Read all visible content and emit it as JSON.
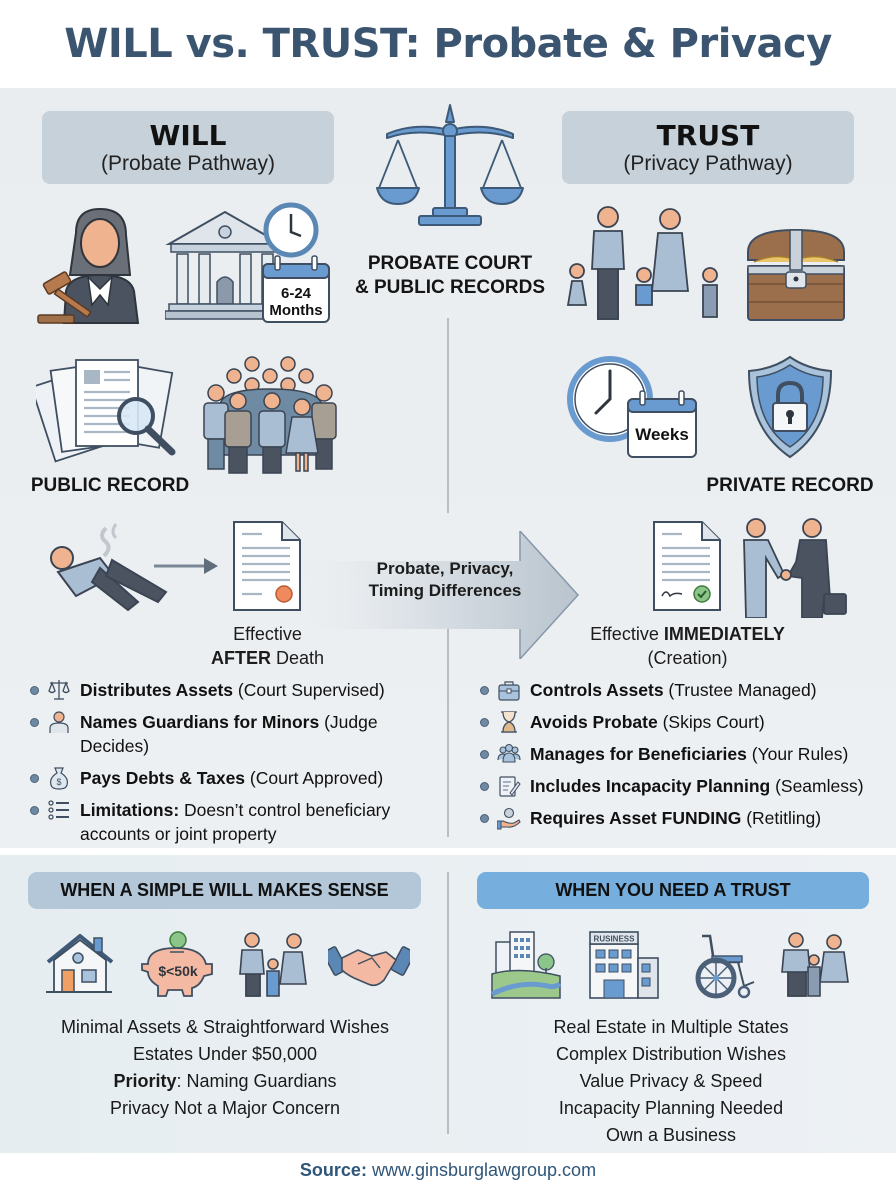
{
  "title": "WILL vs. TRUST: Probate & Privacy",
  "colors": {
    "title": "#3b5571",
    "panel_bg": "#eceff1",
    "header_box": "#c6d1da",
    "accent_blue": "#6fa8dc",
    "icon_blue": "#5b87b5",
    "skin": "#f0b38f",
    "source_text": "#2f5679"
  },
  "will": {
    "heading": "WILL",
    "subheading": "(Probate Pathway)",
    "timeline_badge_line1": "6-24",
    "timeline_badge_line2": "Months",
    "public_record_label": "PUBLIC RECORD",
    "effective_line1": "Effective",
    "effective_bold": "AFTER",
    "effective_rest": " Death",
    "bullets": [
      {
        "icon": "scales-icon",
        "bold": "Distributes Assets",
        "rest": " (Court Supervised)"
      },
      {
        "icon": "person-icon",
        "bold": "Names Guardians for Minors",
        "rest": " (Judge Decides)"
      },
      {
        "icon": "money-bag-icon",
        "bold": "Pays Debts & Taxes",
        "rest": " (Court Approved)"
      },
      {
        "icon": "list-icon",
        "bold": "Limitations:",
        "rest": " Doesn’t control beneficiary accounts or joint property"
      }
    ]
  },
  "center": {
    "court_label_line1": "PROBATE COURT",
    "court_label_line2": "& PUBLIC RECORDS",
    "arrow_line1": "Probate, Privacy,",
    "arrow_line2": "Timing Differences"
  },
  "trust": {
    "heading": "TRUST",
    "subheading": "(Privacy Pathway)",
    "timeline_badge": "Weeks",
    "private_record_label": "PRIVATE RECORD",
    "effective_prefix": "Effective ",
    "effective_bold": "IMMEDIATELY",
    "effective_line2": "(Creation)",
    "bullets": [
      {
        "icon": "briefcase-icon",
        "bold": "Controls Assets",
        "rest": " (Trustee Managed)"
      },
      {
        "icon": "hourglass-icon",
        "bold": "Avoids Probate",
        "rest": " (Skips Court)"
      },
      {
        "icon": "group-icon",
        "bold": "Manages for Beneficiaries",
        "rest": " (Your Rules)"
      },
      {
        "icon": "clipboard-icon",
        "bold": "Includes Incapacity Planning",
        "rest": " (Seamless)"
      },
      {
        "icon": "hand-coin-icon",
        "bold": "Requires Asset FUNDING",
        "rest": " (Retitling)"
      }
    ]
  },
  "when_will": {
    "heading": "WHEN A SIMPLE WILL MAKES SENSE",
    "piggy_label": "$<50k",
    "items": [
      {
        "bold": "",
        "text": "Minimal Assets & Straightforward Wishes"
      },
      {
        "bold": "",
        "text": "Estates Under $50,000"
      },
      {
        "bold": "Priority",
        "text": ": Naming Guardians"
      },
      {
        "bold": "",
        "text": "Privacy Not a Major Concern"
      }
    ]
  },
  "when_trust": {
    "heading": "WHEN YOU NEED A TRUST",
    "business_sign": "RUSINESS",
    "items": [
      "Real Estate in Multiple States",
      "Complex Distribution Wishes",
      "Value Privacy & Speed",
      "Incapacity Planning Needed",
      "Own a Business"
    ]
  },
  "footer": {
    "source_label": "Source:",
    "source_url": " www.ginsburglawgroup.com"
  }
}
